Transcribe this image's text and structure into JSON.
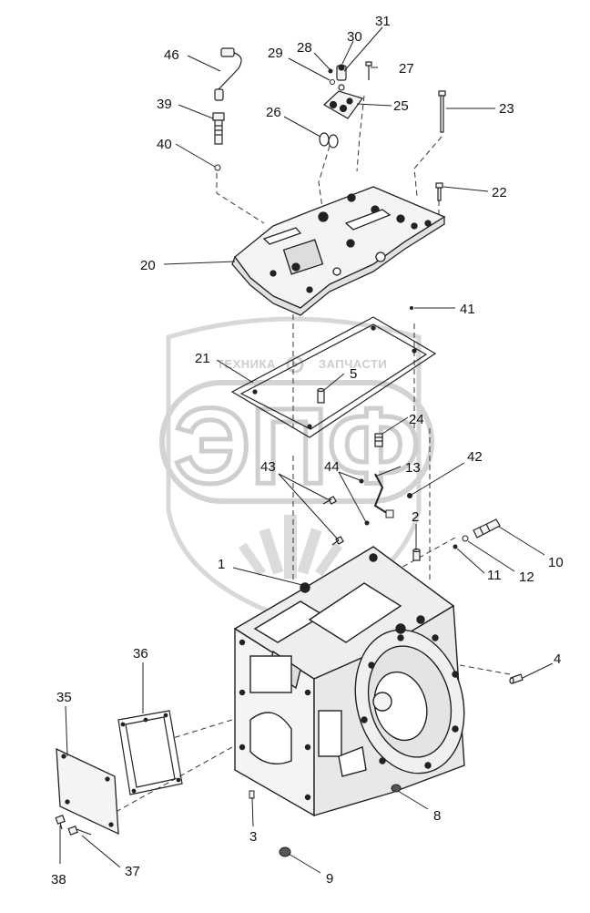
{
  "watermark": {
    "line1": "ТЕХНИКА",
    "line2": "ЗАПЧАСТИ",
    "big": "ЭПФ"
  },
  "callouts": {
    "c1": "1",
    "c2": "2",
    "c3": "3",
    "c4": "4",
    "c5": "5",
    "c8": "8",
    "c9": "9",
    "c10": "10",
    "c11": "11",
    "c12": "12",
    "c13": "13",
    "c20": "20",
    "c21": "21",
    "c22": "22",
    "c23": "23",
    "c24": "24",
    "c25": "25",
    "c26": "26",
    "c27": "27",
    "c28": "28",
    "c29": "29",
    "c30": "30",
    "c31": "31",
    "c35": "35",
    "c36": "36",
    "c37": "37",
    "c38": "38",
    "c39": "39",
    "c40": "40",
    "c41": "41",
    "c42": "42",
    "c43": "43",
    "c44": "44",
    "c46": "46"
  },
  "colors": {
    "line": "#2a2a2a",
    "part_fill": "#f4f4f4",
    "dark": "#1a1a1a",
    "watermark": "#cfcfcf"
  }
}
